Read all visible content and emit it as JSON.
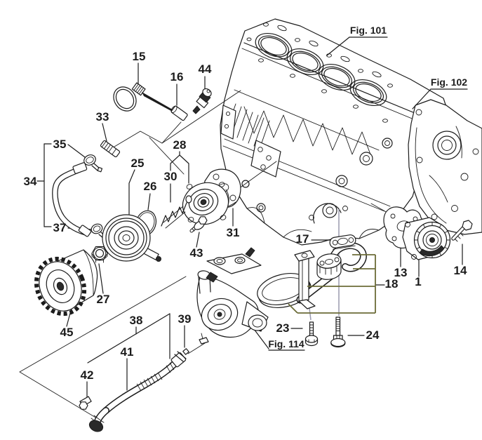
{
  "colors": {
    "line": "#1c1c1c",
    "highlight": "#6b6b37",
    "axis": "#9a9aae",
    "bg": "#ffffff"
  },
  "labels": {
    "n1": "1",
    "n13": "13",
    "n14": "14",
    "n15": "15",
    "n16": "16",
    "n17": "17",
    "n18": "18",
    "n23": "23",
    "n24": "24",
    "n25": "25",
    "n26": "26",
    "n27": "27",
    "n28": "28",
    "n30": "30",
    "n31": "31",
    "n33": "33",
    "n34": "34",
    "n35": "35",
    "n37": "37",
    "n38": "38",
    "n39": "39",
    "n41": "41",
    "n42": "42",
    "n43": "43",
    "n44": "44",
    "n45": "45"
  },
  "figs": {
    "f101": "Fig. 101",
    "f102": "Fig. 102",
    "f114": "Fig. 114"
  }
}
